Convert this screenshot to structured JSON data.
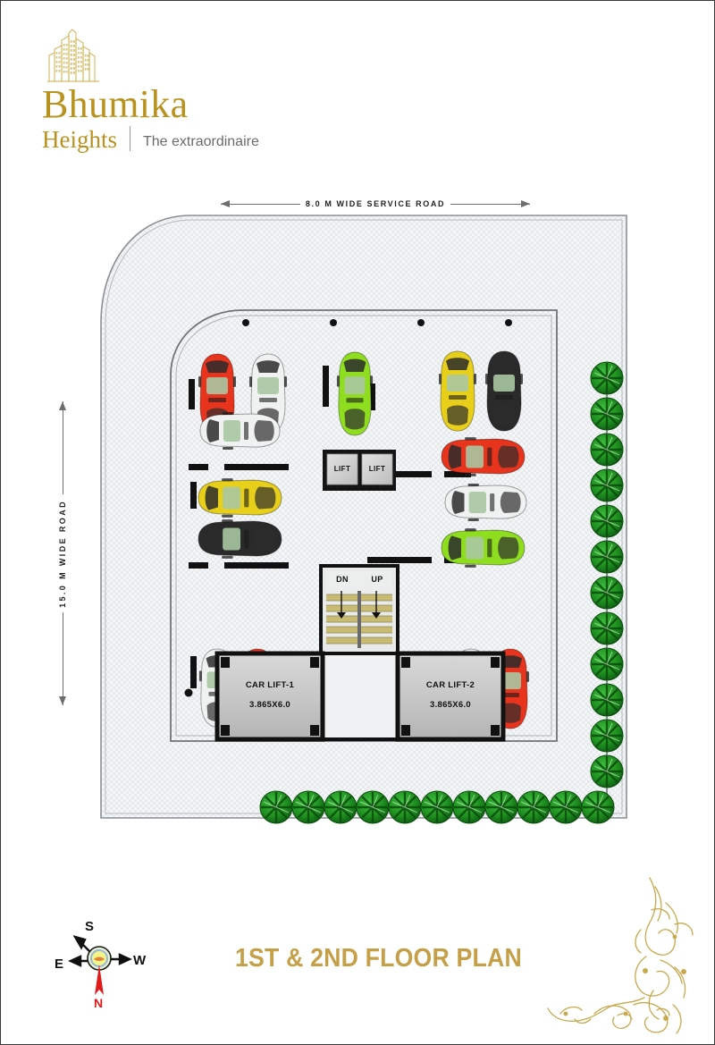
{
  "brand": {
    "name": "Bhumika",
    "sub": "Heights",
    "tagline": "The extraordinaire",
    "gold": "#b8931f"
  },
  "dimensions": {
    "top_road": "8.0 M  WIDE  SERVICE ROAD",
    "left_road": "15.0 M  WIDE ROAD"
  },
  "plan": {
    "title": "1ST & 2ND FLOOR PLAN",
    "lifts": [
      {
        "label": "LIFT"
      },
      {
        "label": "LIFT"
      }
    ],
    "stairs": {
      "down_label": "DN",
      "up_label": "UP"
    },
    "car_lifts": [
      {
        "label": "CAR LIFT-1",
        "size": "3.865X6.0"
      },
      {
        "label": "CAR LIFT-2",
        "size": "3.865X6.0"
      }
    ],
    "colors": {
      "slab": "#f2f4f5",
      "wall": "#111111",
      "room_fill": "#c9c9c9",
      "tree": "#1e8a1e",
      "stair_tread": "#c9bc72"
    }
  },
  "compass": {
    "north": "N",
    "south": "S",
    "east": "E",
    "west": "W",
    "needle_color": "#e01b1b"
  }
}
